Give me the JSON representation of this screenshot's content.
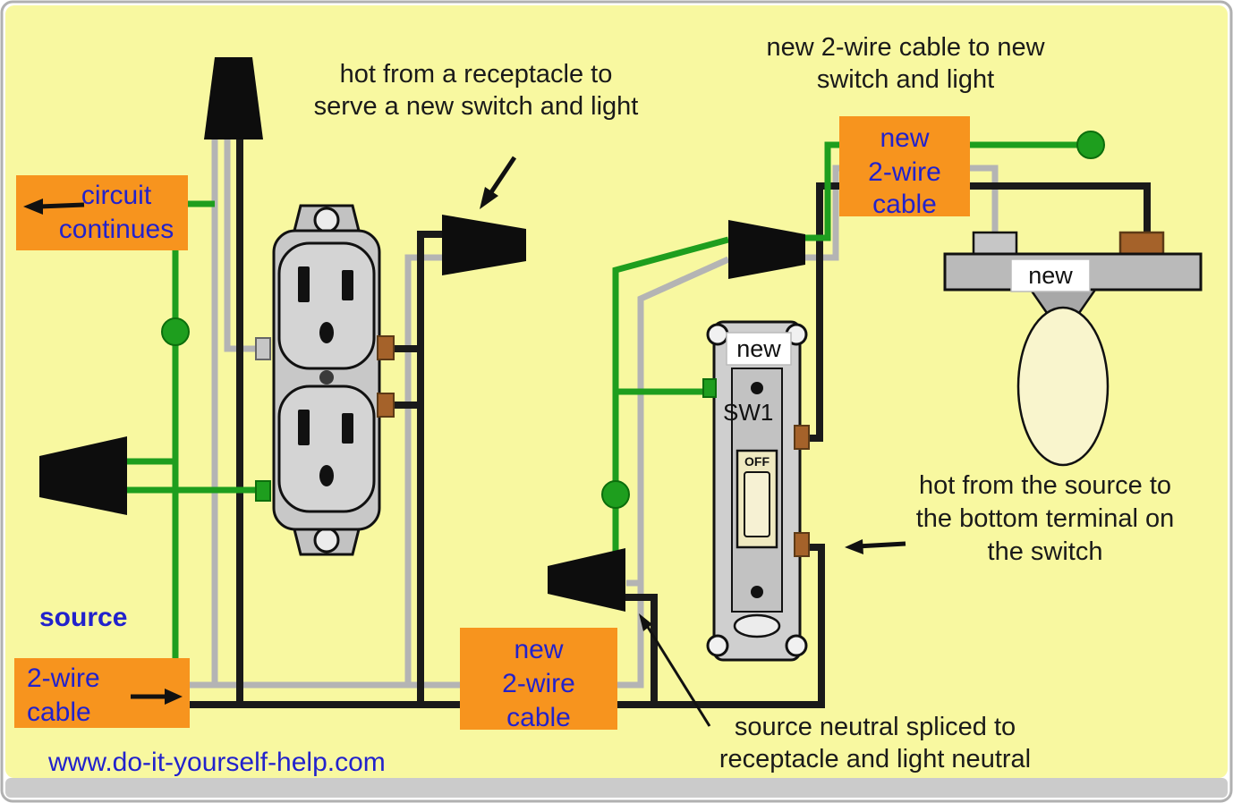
{
  "colors": {
    "background": "#f8f8a0",
    "label_orange": "#f7941e",
    "label_blue_text": "#2222cc",
    "wire_green": "#1e9e1e",
    "wire_gray": "#b4b4b4",
    "wire_black": "#1a1a1a",
    "terminal_brown": "#a5622a"
  },
  "annotations": {
    "hot_from_receptacle": {
      "line1": "hot from a receptacle to",
      "line2": "serve a new switch and light"
    },
    "new_cable_to_switch": {
      "line1": "new 2-wire cable to new",
      "line2": "switch and light"
    },
    "hot_from_source": {
      "line1": "hot from the source to",
      "line2": "the bottom terminal on",
      "line3": "the switch"
    },
    "neutral_splice": {
      "line1": "source neutral spliced to",
      "line2": "receptacle and light neutral"
    },
    "source_label": "source"
  },
  "cable_labels": {
    "circuit_continues": {
      "line1": "circuit",
      "line2": "continues"
    },
    "source_cable": {
      "line1": "2-wire",
      "line2": "cable"
    },
    "new_cable_mid": {
      "line1": "new",
      "line2": "2-wire",
      "line3": "cable"
    },
    "new_cable_top": {
      "line1": "new",
      "line2": "2-wire",
      "line3": "cable"
    }
  },
  "devices": {
    "switch": {
      "tag": "new",
      "id": "SW1",
      "state": "OFF"
    },
    "light": {
      "tag": "new"
    }
  },
  "footer": {
    "url": "www.do-it-yourself-help.com"
  }
}
